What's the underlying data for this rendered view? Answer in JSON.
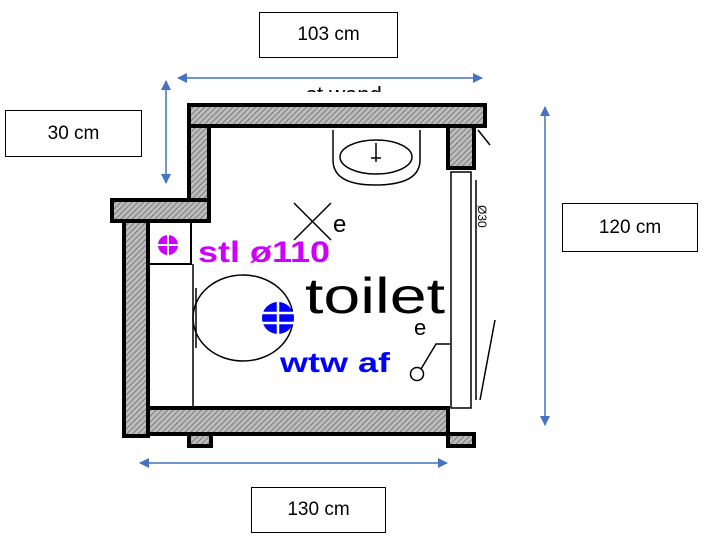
{
  "dimensions": {
    "top_width": "103 cm",
    "step_depth": "30 cm",
    "right_height": "120 cm",
    "bottom_width": "130 cm"
  },
  "plan_labels": {
    "stl": "stl ø110",
    "toilet": "toilet",
    "wtw": "wtw af",
    "e1": "e",
    "e2": "e",
    "side_code": "Ø30",
    "top_cut": "st wand"
  },
  "colors": {
    "arrow": "#4472C4",
    "stl": "#CC00FF",
    "wtw": "#0000FF",
    "wall_fill": "#9a9a9a"
  }
}
